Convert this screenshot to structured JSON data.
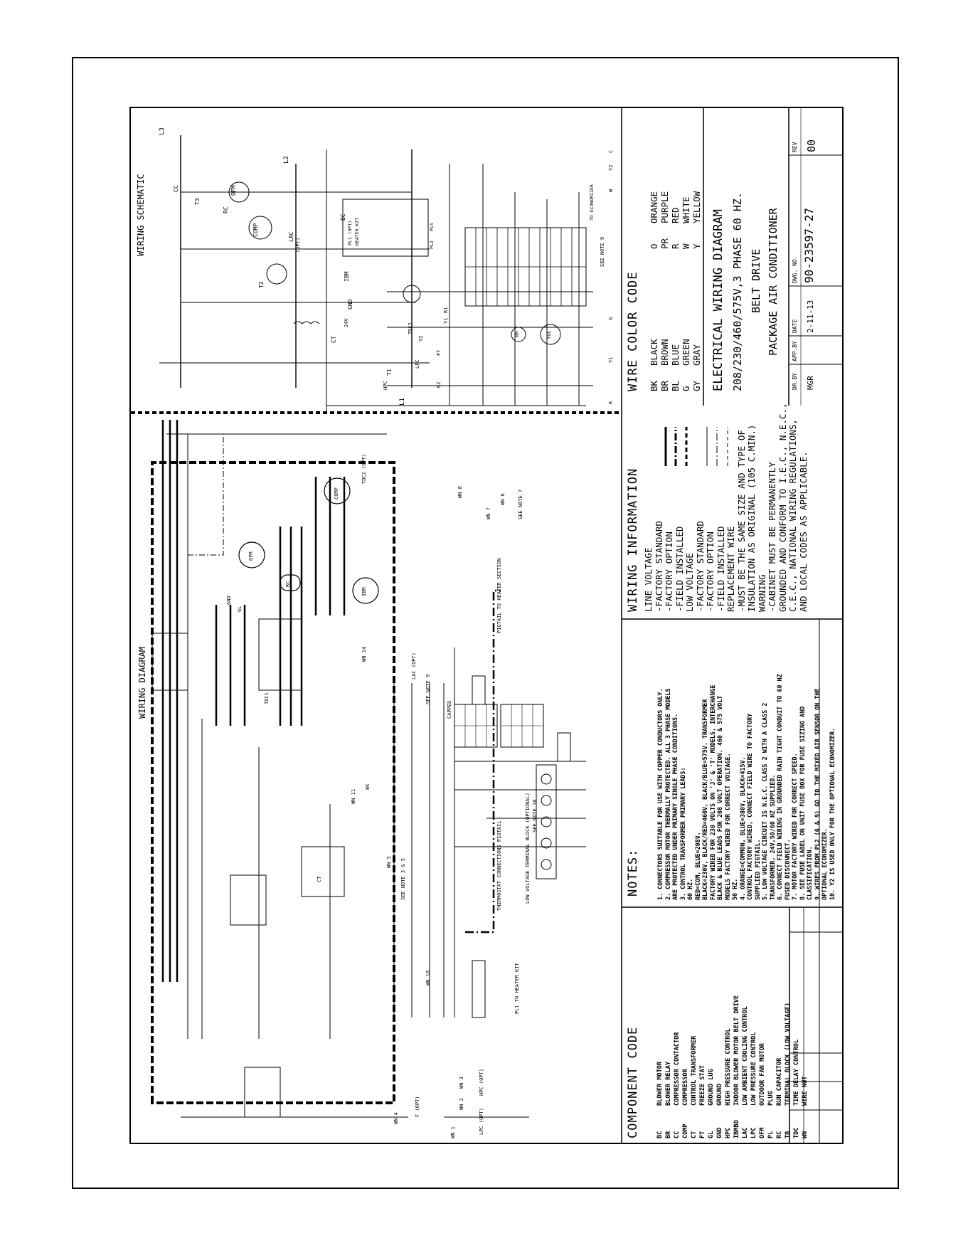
{
  "wiring_diagram_title": "WIRING DIAGRAM",
  "wiring_schematic_title": "WIRING SCHEMATIC",
  "component_code": {
    "title": "COMPONENT CODE",
    "items": [
      {
        "code": "BC",
        "desc": "BLOWER MOTOR"
      },
      {
        "code": "BR",
        "desc": "BLOWER RELAY"
      },
      {
        "code": "CC",
        "desc": "COMPRESSOR CONTACTOR"
      },
      {
        "code": "COMP",
        "desc": "COMPRESSOR"
      },
      {
        "code": "CT",
        "desc": "CONTROL TRANSFORMER"
      },
      {
        "code": "FT",
        "desc": "FREEZE STAT"
      },
      {
        "code": "GL",
        "desc": "GROUND LUG"
      },
      {
        "code": "GND",
        "desc": "GROUND"
      },
      {
        "code": "HPC",
        "desc": "HIGH PRESSURE CONTROL"
      },
      {
        "code": "IBMBD",
        "desc": "INDOOR BLOWER MOTOR BELT DRIVE"
      },
      {
        "code": "LAC",
        "desc": "LOW AMBIENT COOLING CONTROL"
      },
      {
        "code": "LPC",
        "desc": "LOW PRESSURE CONTROL"
      },
      {
        "code": "OFM",
        "desc": "OUTDOOR FAN MOTOR"
      },
      {
        "code": "PL",
        "desc": "PLUG"
      },
      {
        "code": "RC",
        "desc": "RUN CAPACITOR"
      },
      {
        "code": "TB",
        "desc": "TERMINAL BLOCK (LOW VOLTAGE)"
      },
      {
        "code": "TDC",
        "desc": "TIME DELAY CONTROL"
      },
      {
        "code": "WN",
        "desc": "WIRE NUT"
      }
    ]
  },
  "notes": {
    "title": "NOTES:",
    "lines": [
      "1.  CONNECTORS SUITABLE FOR USE WITH COPPER CONDUCTORS ONLY.",
      "2.  COMPRESSOR MOTOR THERMALLY PROTECTED. ALL 3 PHASE MODELS",
      "     ARE PROTECTED UNDER PRIMARY SINGLE PHASE CONDITIONS.",
      "3.  CONTROL TRANSFORMER PRIMARY LEADS:",
      "     60 HZ.",
      "     RED=COM, BLUE=208V.",
      "     BLACK=230V, BLACK/RED=460V, BLACK/BLUE=575V. TRANSFORMER",
      "     FACTORY WIRED FOR 230 VOLTS ON 'J' & 'T' MODELS, INTERCHANGE",
      "     BLACK & BLUE LEADS FOR 208 VOLT OPERATION. 460 & 575 VOLT",
      "     MODELS FACTORY WIRED FOR CORRECT VOLTAGE.",
      "     50 HZ.",
      "4.  ORANGE=COMMON, BLUE=380V, BLACK=415V.",
      "     CONTROL FACTORY WIRED, CONNECT FIELD WIRE TO FACTORY",
      "     SUPPLIED PIGTAIL.",
      "5.  LOW VOLTAGE CIRCUIT IS N.E.C. CLASS 2 WITH A CLASS 2",
      "     TRANSFORMER, 24V,50/60 HZ SUPPLIED.",
      "6.  CONNECT FIELD WIRING IN GROUNDED RAIN TIGHT CONDUIT TO 60 HZ",
      "     FUSED DISCONNECT.",
      "7.  MOTOR FACTORY WIRED FOR CORRECT SPEED.",
      "8.  SEE FUSE LABEL ON UNIT FUSE BOX FOR FUSE SIZING AND",
      "     CLASSIFICATION.",
      "9.  WIRES FROM PL2 (6 & 9) GO TO THE MIXED AIR SENSOR ON THE",
      "     OPTIONAL ECONOMIZER.",
      "10. Y2 IS USED ONLY FOR THE OPTIONAL ECONOMIZER."
    ]
  },
  "wiring_info": {
    "title": "WIRING INFORMATION",
    "lines": [
      "LINE VOLTAGE",
      "-FACTORY STANDARD",
      "-FACTORY OPTION",
      "-FIELD INSTALLED",
      "LOW VOLTAGE",
      "-FACTORY STANDARD",
      "-FACTORY OPTION",
      "-FIELD INSTALLED",
      "REPLACEMENT WIRE",
      "-MUST BE THE SAME SIZE AND TYPE OF",
      " INSULATION AS ORIGINAL (105 C.MIN.)",
      "WARNING",
      "-CABINET MUST BE PERMANENTLY",
      " GROUNDED AND CONFORM TO I.E.C., N.E.C.,",
      " C.E.C., NATIONAL WIRING REGULATIONS,",
      " AND LOCAL CODES AS APPLICABLE."
    ]
  },
  "wire_color_code": {
    "title": "WIRE COLOR CODE",
    "left": [
      {
        "code": "BK",
        "name": "BLACK"
      },
      {
        "code": "BR",
        "name": "BROWN"
      },
      {
        "code": "BL",
        "name": "BLUE"
      },
      {
        "code": "G",
        "name": "GREEN"
      },
      {
        "code": "GY",
        "name": "GRAY"
      }
    ],
    "right": [
      {
        "code": "O",
        "name": "ORANGE"
      },
      {
        "code": "PR",
        "name": "PURPLE"
      },
      {
        "code": "R",
        "name": "RED"
      },
      {
        "code": "W",
        "name": "WHITE"
      },
      {
        "code": "Y",
        "name": "YELLOW"
      }
    ]
  },
  "title_block": {
    "line1": "ELECTRICAL WIRING DIAGRAM",
    "line2": "208/230/460/575V,3 PHASE 60 HZ.",
    "line3": "BELT DRIVE",
    "line4": "PACKAGE AIR CONDITIONER",
    "dr_by_label": "DR.BY",
    "dr_by": "MGR",
    "app_by_label": "APP.BY",
    "app_by": "",
    "date_label": "DATE",
    "date": "2-11-13",
    "dwg_no_label": "DWG. NO.",
    "dwg_no": "90-23597-27",
    "rev_label": "REV",
    "rev": "00"
  },
  "schematic_labels": {
    "l1": "L1",
    "l2": "L2",
    "l3": "L3",
    "t1": "T1",
    "t2": "T2",
    "t3": "T3",
    "cc": "CC",
    "rc": "RC",
    "bc": "BC",
    "ofm": "OFM",
    "ibm": "IBM",
    "comp": "COMP",
    "lac": "LAC",
    "opt": "(OPT)",
    "ct": "CT",
    "gnd": "GND",
    "v24": "24V",
    "hpc": "HPC",
    "lpc": "LPC",
    "ft": "FT",
    "tdc2": "TDC2",
    "y2": "Y2",
    "r2": "R2",
    "y1": "Y1",
    "r1": "R1",
    "tdc": "TDC",
    "br": "BR",
    "pl1": "PL1 (OPT)",
    "heater": "HEATER KIT",
    "pl2": "PL2",
    "pl5": "PL5",
    "to_econ": "TO ECONOMIZER",
    "see9": "SEE NOTE 9",
    "r": "R",
    "y1b": "Y1",
    "g": "G",
    "w": "W",
    "y2b": "Y2",
    "c": "C"
  },
  "diagram_labels": {
    "wn1": "WN 1",
    "wn2": "WN 2",
    "wn3": "WN 3",
    "wn4": "WN 4",
    "wn5": "WN 5",
    "wn6": "WN 6",
    "wn7": "WN 7",
    "wn8": "WN 8",
    "wn10": "WN 10",
    "wn11": "WN 11",
    "wn14": "WN 14",
    "lpc_opt": "LPC (OPT)",
    "hpc_opt": "HPC (OPT)",
    "f_opt": "F (OPT)",
    "pl1_heater": "PL1 TO HEATER KIT",
    "thermostat": "THERMOSTAT CONNECTIONS PIGTAIL",
    "tb_opt": "LOW VOLTAGE TERMINAL BLOCK (OPTIONAL)",
    "pigtail_heater": "PIGTAIL TO HEATER SECTION",
    "see_note_7": "SEE NOTE 7",
    "see_note_35": "SEE NOTE 3 & 5",
    "see_note_9": "SEE NOTE 9",
    "see_note_10": "SEE NOTE 10",
    "capped": "CAPPED",
    "tdc1": "TDC1",
    "tdc2opt": "TDC2 (OPT)",
    "ibm": "IBM",
    "ofm": "OFM",
    "comp": "COMP",
    "rc": "RC",
    "ct": "CT",
    "lac": "LAC (OPT)",
    "gl": "GL",
    "gnd": "GND",
    "bk": "BK"
  }
}
